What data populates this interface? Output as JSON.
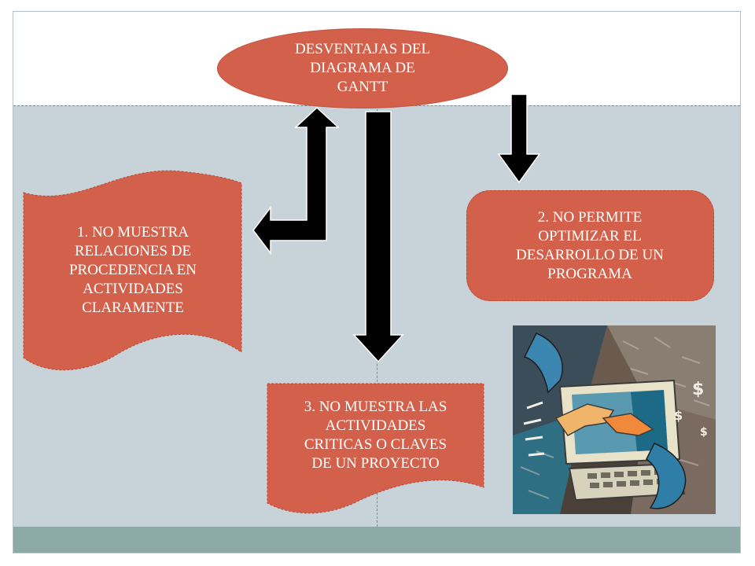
{
  "title": {
    "lines": [
      "DESVENTAJAS DEL",
      "DIAGRAMA DE",
      "GANTT"
    ]
  },
  "nodes": [
    {
      "id": "n1",
      "lines": [
        "1. NO MUESTRA",
        "RELACIONES DE",
        "PROCEDENCIA EN",
        "ACTIVIDADES",
        "CLARAMENTE"
      ]
    },
    {
      "id": "n2",
      "lines": [
        "2. NO PERMITE",
        "OPTIMIZAR EL",
        "DESARROLLO DE UN",
        "PROGRAMA"
      ]
    },
    {
      "id": "n3",
      "lines": [
        "3. NO MUESTRA LAS",
        "ACTIVIDADES",
        "CRITICAS O CLAVES",
        "DE UN PROYECTO"
      ]
    }
  ],
  "colors": {
    "node_fill": "#d2604a",
    "arrow": "#000000",
    "background": "#c8d2d9",
    "footer": "#8daaa9"
  },
  "icons": [
    "computer-network-clipart"
  ]
}
